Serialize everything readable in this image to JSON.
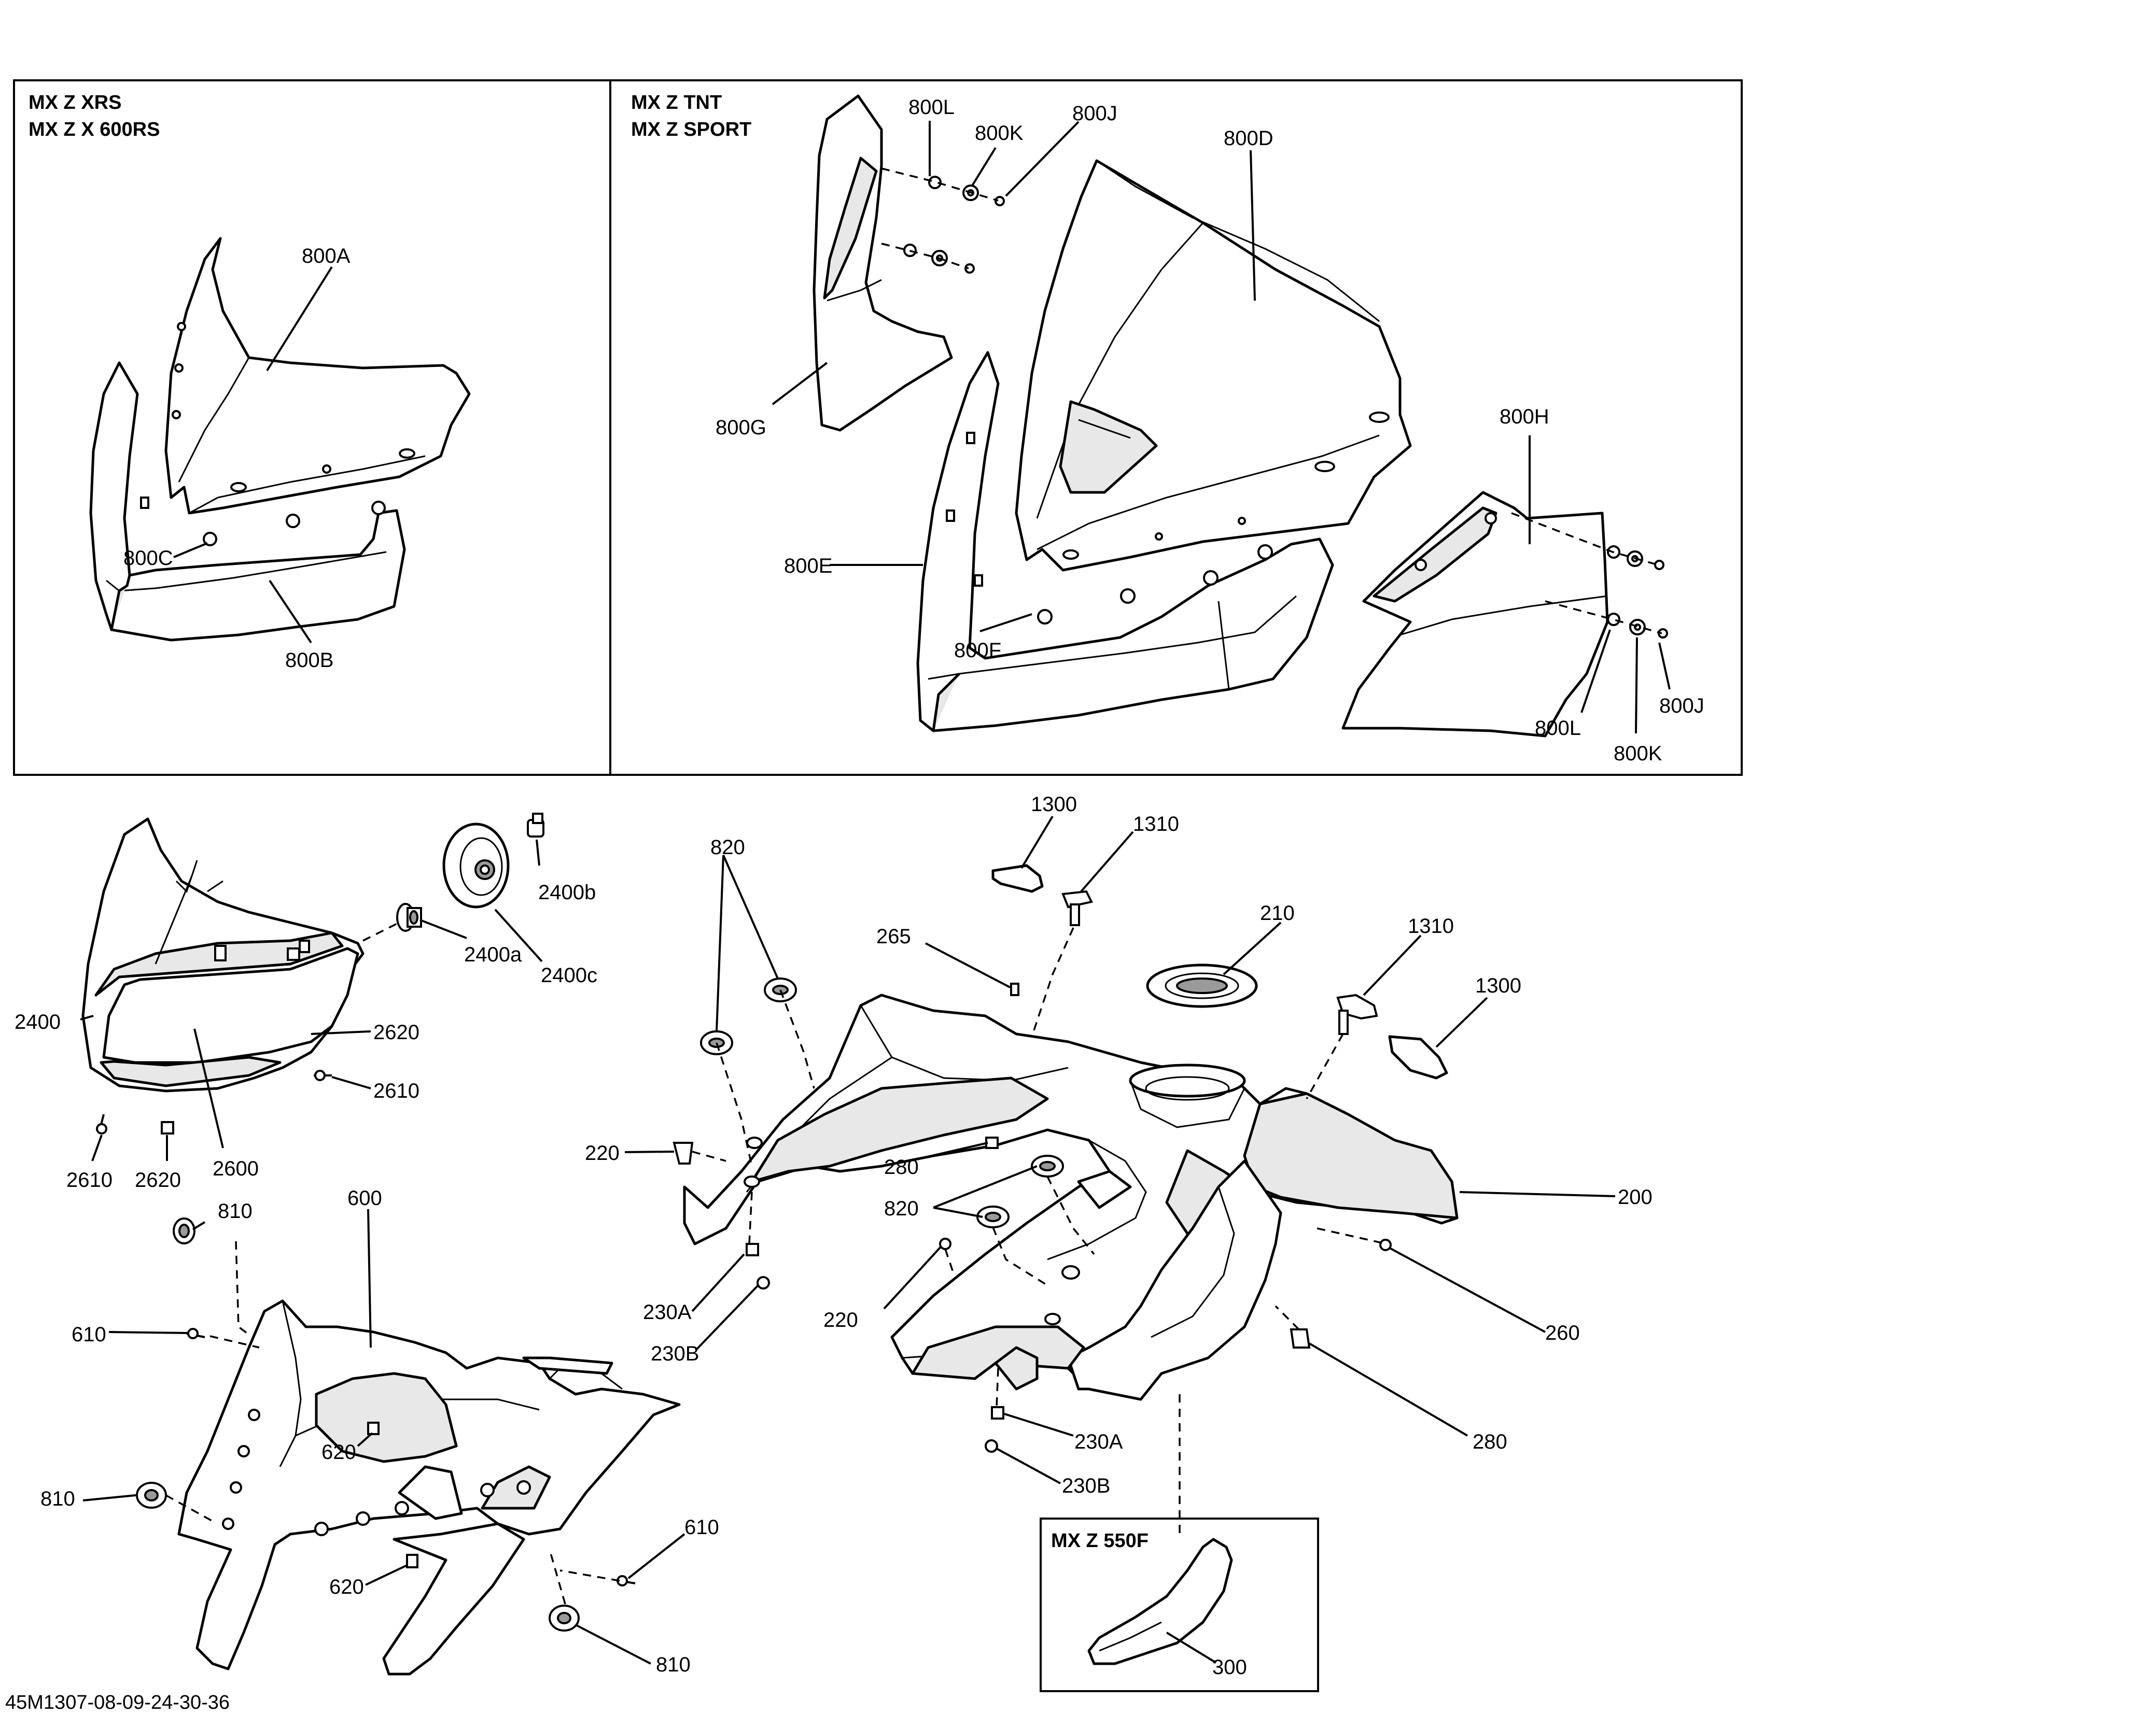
{
  "panel_xrs": {
    "models": [
      "MX Z XRS",
      "MX Z X 600RS"
    ],
    "callouts": [
      "800A",
      "800B",
      "800C"
    ]
  },
  "panel_tnt": {
    "models": [
      "MX Z TNT",
      "MX Z SPORT"
    ],
    "callouts": [
      "800L",
      "800K",
      "800J",
      "800D",
      "800G",
      "800H",
      "800E",
      "800F",
      "800J",
      "800L",
      "800K"
    ]
  },
  "headlight_assembly": {
    "callouts": [
      "2400b",
      "2400c",
      "2400a",
      "2400",
      "2620",
      "2610",
      "2610",
      "2620",
      "2600"
    ]
  },
  "support": {
    "callouts": [
      "810",
      "600",
      "610",
      "620",
      "810",
      "610",
      "620",
      "810"
    ]
  },
  "hood": {
    "callouts": [
      "1300",
      "1310",
      "820",
      "210",
      "1310",
      "1300",
      "265",
      "220",
      "280",
      "820",
      "200",
      "220",
      "230A",
      "230B",
      "260",
      "230A",
      "280",
      "230B"
    ]
  },
  "panel_550f": {
    "model": "MX Z 550F",
    "callout": "300"
  },
  "document_id": "45M1307-08-09-24-30-36"
}
